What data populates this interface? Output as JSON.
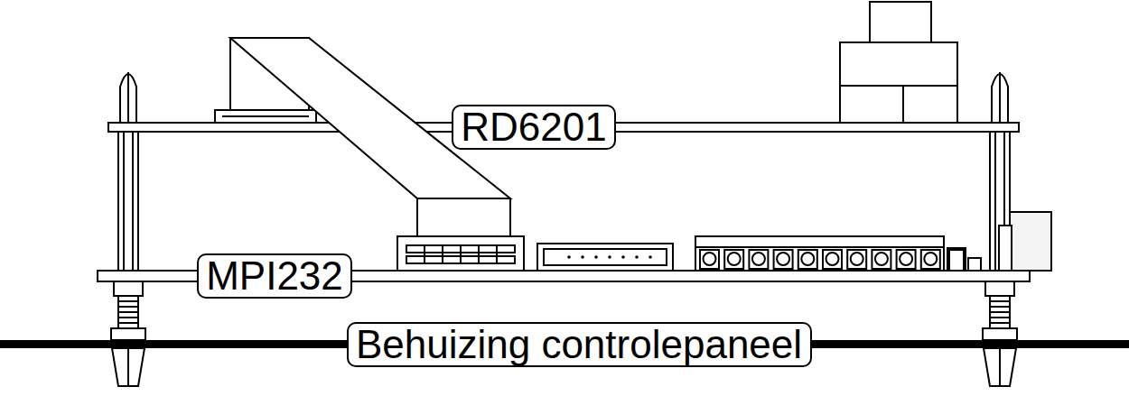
{
  "diagram": {
    "nodes": [
      {
        "text": [
          "RD6201"
        ]
      },
      {
        "text": [
          "MPI232"
        ]
      },
      {
        "text": [
          "Behuizing controlepaneel"
        ]
      }
    ]
  }
}
